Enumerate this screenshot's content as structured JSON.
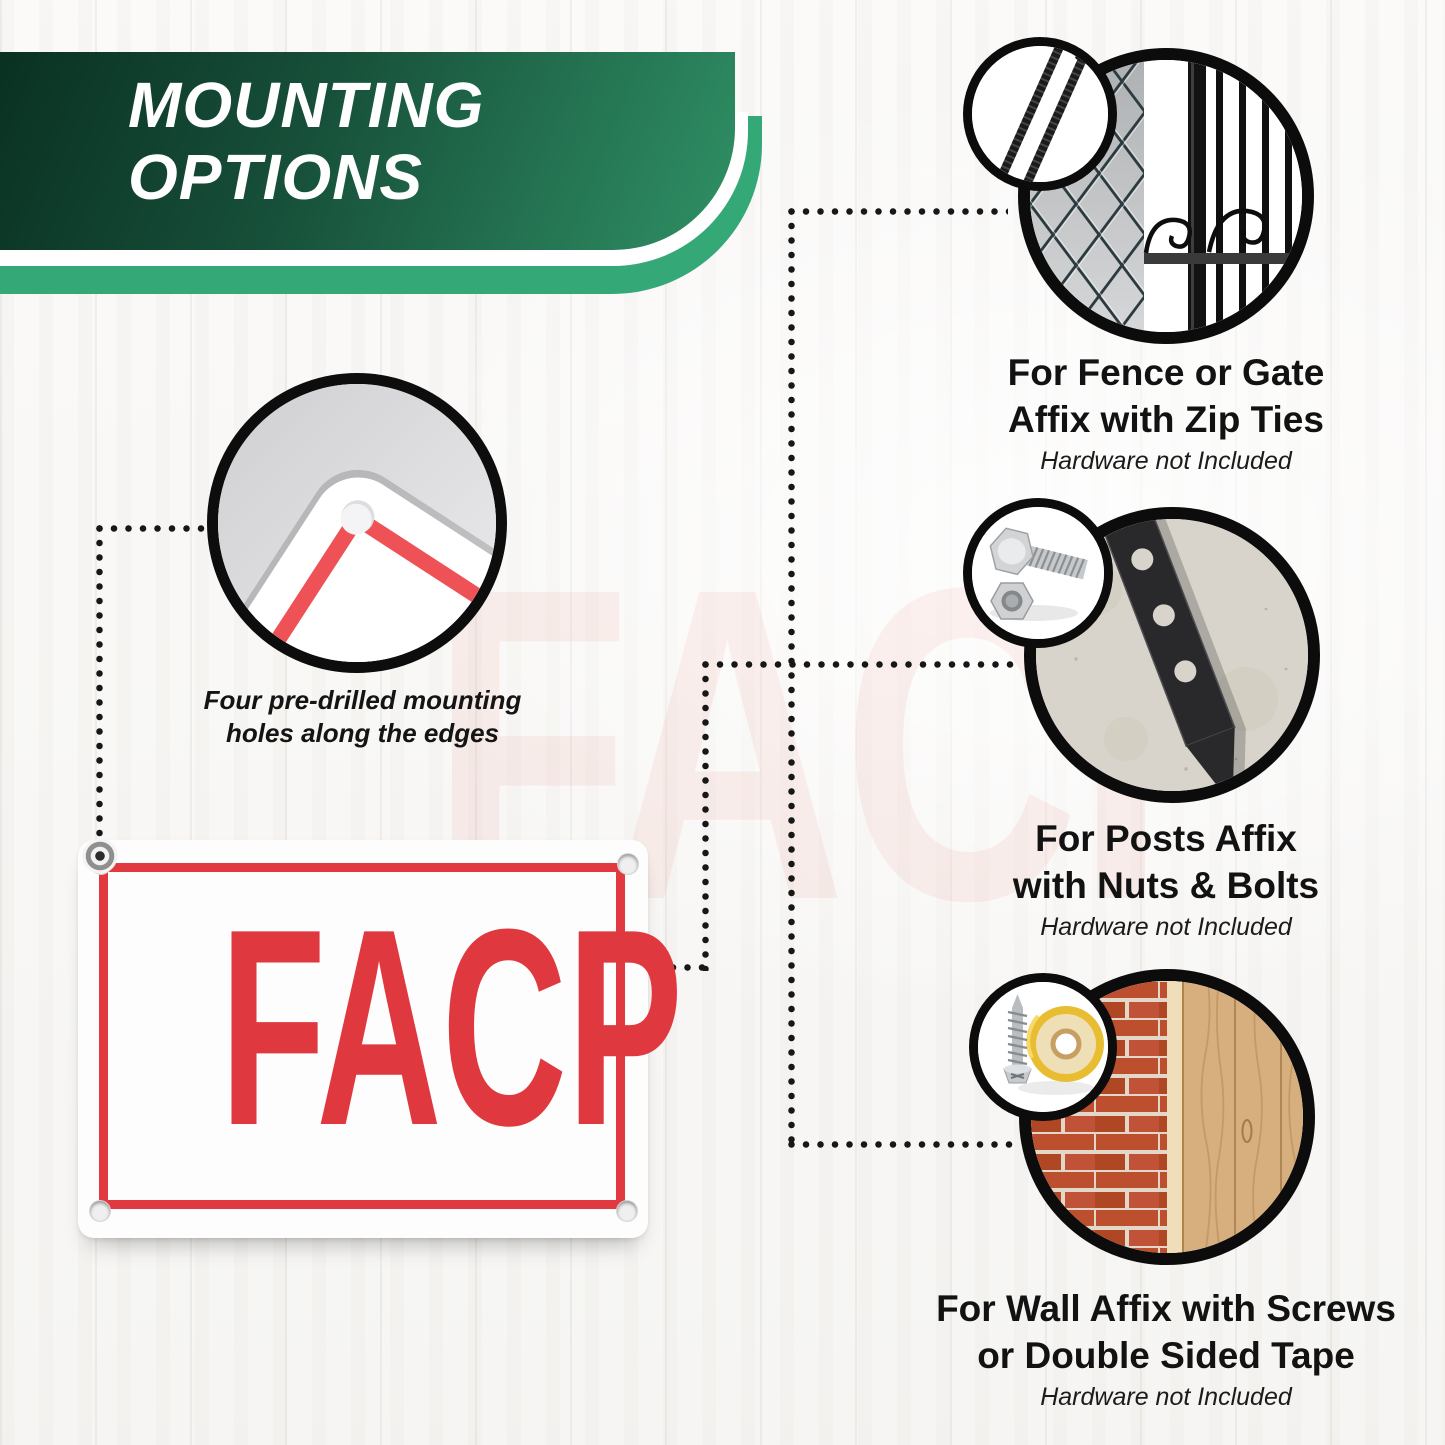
{
  "header": {
    "line1": "MOUNTING",
    "line2": "OPTIONS",
    "banner_color_dark": "#0a3122",
    "banner_color_light": "#2f9065",
    "stripe_color": "#35a878"
  },
  "watermark": {
    "text": "FACP"
  },
  "left_callout": {
    "icon": "mounting-hole-zoom",
    "caption_line1": "Four pre-drilled mounting",
    "caption_line2": "holes along the edges"
  },
  "sign": {
    "text": "FACP",
    "red": "#e03a40"
  },
  "options": [
    {
      "photo": "fence-and-gate",
      "badge_icon": "zip-ties",
      "title_line1": "For Fence or Gate",
      "title_line2": "Affix with Zip Ties",
      "note": "Hardware not Included"
    },
    {
      "photo": "metal-post",
      "badge_icon": "nut-and-bolt",
      "title_line1": "For Posts Affix",
      "title_line2": "with Nuts & Bolts",
      "note": "Hardware not Included"
    },
    {
      "photo": "brick-and-wood-wall",
      "badge_icon": "screw-and-tape",
      "title_line1": "For Wall Affix with Screws",
      "title_line2": "or Double Sided Tape",
      "note": "Hardware not Included"
    }
  ]
}
